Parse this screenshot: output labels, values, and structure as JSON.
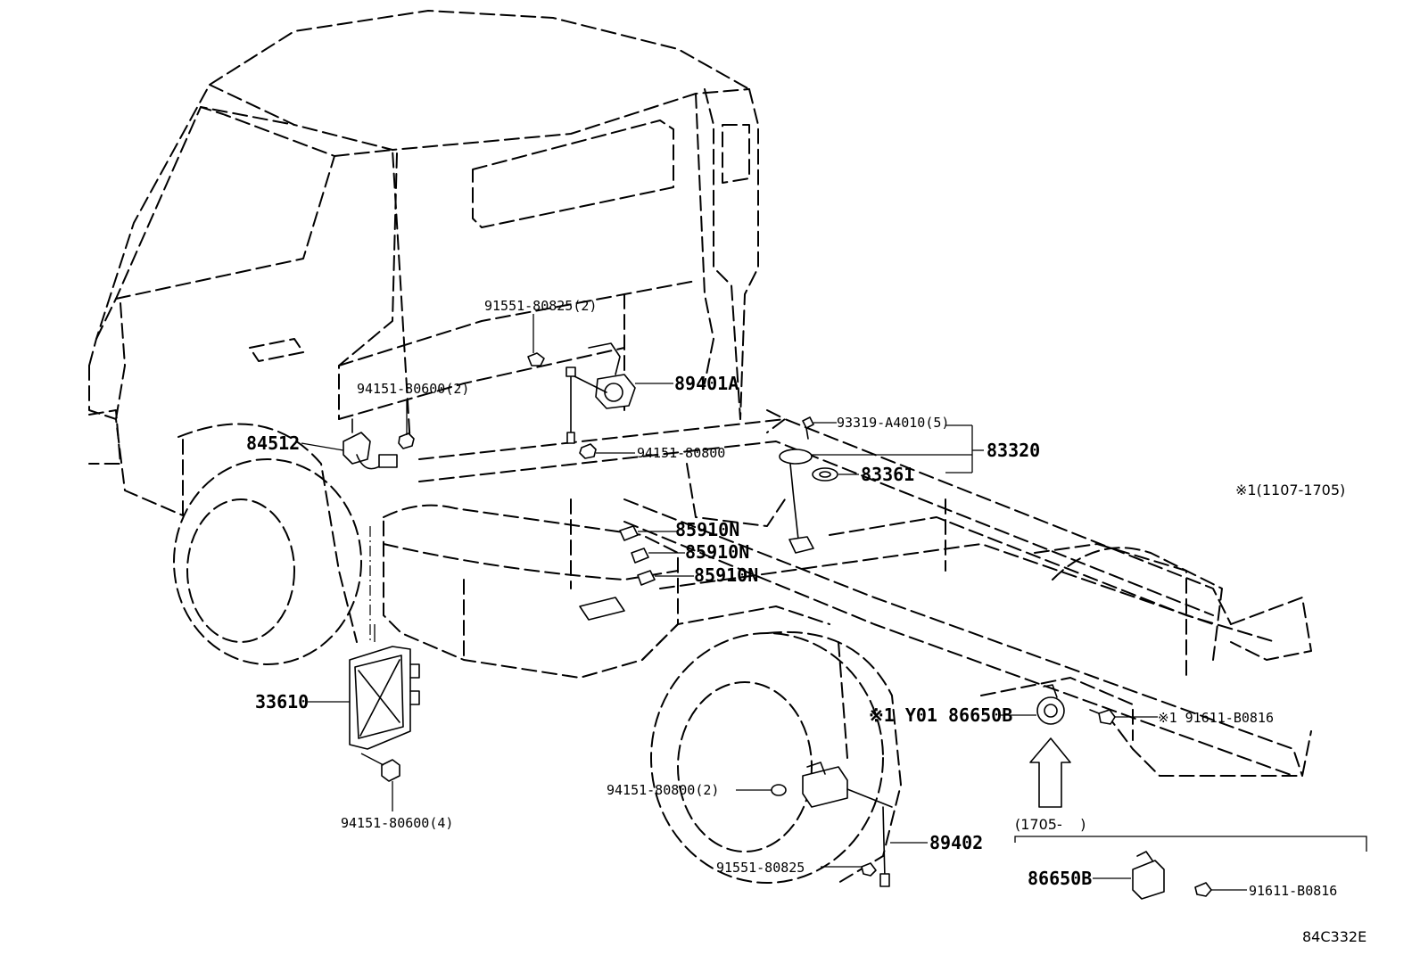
{
  "diagram": {
    "colors": {
      "line": "#000000",
      "background": "#ffffff"
    },
    "labels": {
      "p33610": "33610",
      "p84512": "84512",
      "p94151_80600_2": "94151-80600(2)",
      "p94151_80600_4": "94151-80600(4)",
      "p91551_80825_2": "91551-80825(2)",
      "p89401A": "89401A",
      "p94151_80800": "94151-80800",
      "p93319_A4010_5": "93319-A4010(5)",
      "p83320": "83320",
      "p83361": "83361",
      "p85910N_1": "85910N",
      "p85910N_2": "85910N",
      "p85910N_3": "85910N",
      "note_range": "※1(1107-1705)",
      "p86650B_main": "※1 Y01 86650B",
      "p91611_B0816_main": "※1 91611-B0816",
      "p94151_80800_2": "94151-80800(2)",
      "p91551_80825": "91551-80825",
      "p89402": "89402",
      "inset_range": "(1705-    )",
      "p86650B_inset": "86650B",
      "p91611_B0816_inset": "91611-B0816",
      "catalog_code": "84C332E"
    }
  }
}
